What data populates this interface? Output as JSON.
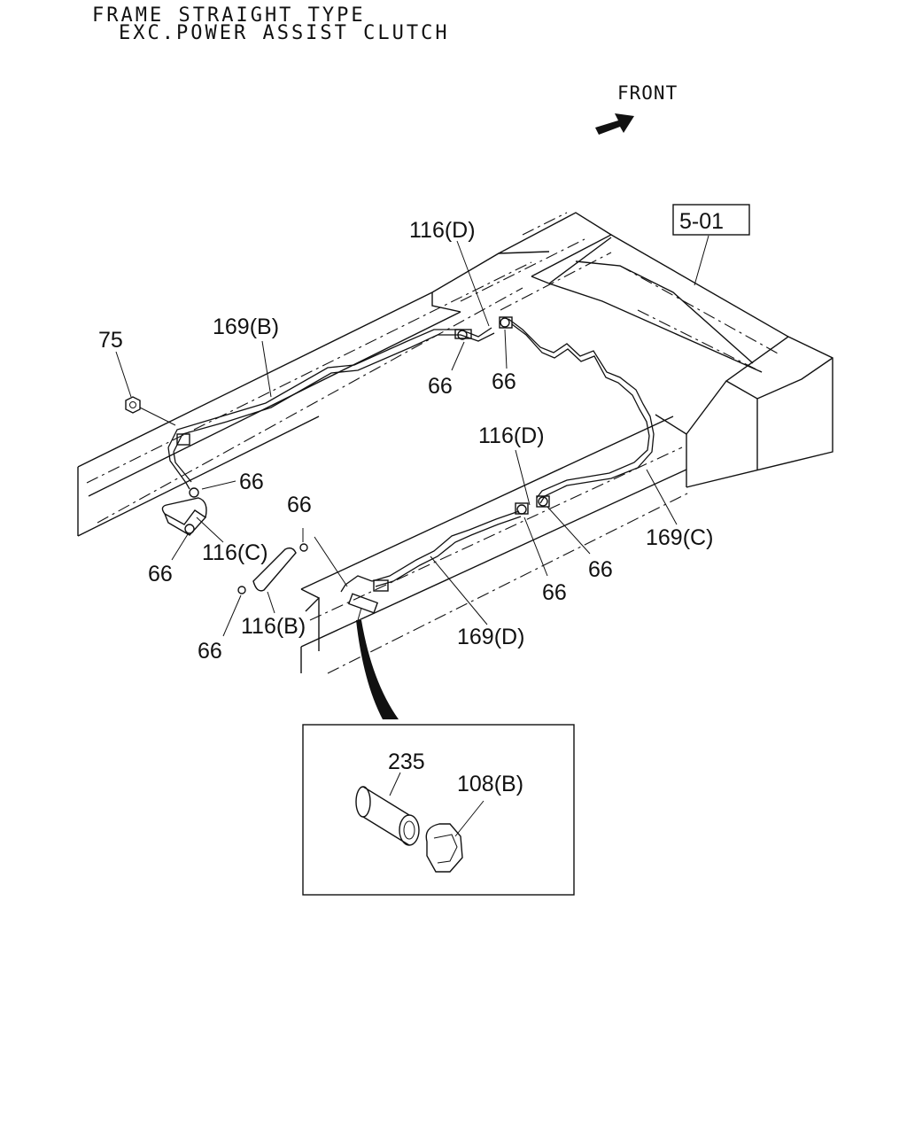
{
  "header": {
    "line1": "FRAME STRAIGHT TYPE",
    "line2": "EXC.POWER ASSIST CLUTCH"
  },
  "front_label": "FRONT",
  "ref_box": "5-01",
  "callouts": {
    "c_116d_top": "116(D)",
    "c_169b": "169(B)",
    "c_75": "75",
    "c_66_a": "66",
    "c_66_b": "66",
    "c_66_c": "66",
    "c_66_d": "66",
    "c_66_e": "66",
    "c_66_f": "66",
    "c_66_g": "66",
    "c_66_h": "66",
    "c_116c": "116(C)",
    "c_116b": "116(B)",
    "c_116d_mid": "116(D)",
    "c_169c": "169(C)",
    "c_169d": "169(D)",
    "c_235": "235",
    "c_108b": "108(B)"
  }
}
